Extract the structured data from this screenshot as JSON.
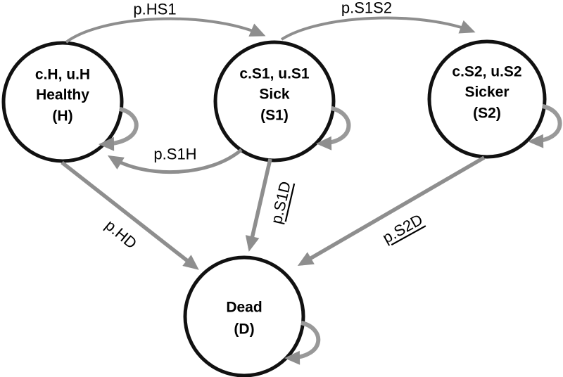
{
  "diagram": {
    "type": "markov-state-transition-diagram",
    "background_color": "#ffffff",
    "node_fill_color": "#ffffff",
    "node_stroke_color": "#111111",
    "arrow_color": "#8e8e8e",
    "self_loop_color": "#999999",
    "text_color": "#000000",
    "nodes": [
      {
        "id": "H",
        "lines": [
          "c.H, u.H",
          "Healthy",
          "(H)"
        ]
      },
      {
        "id": "S1",
        "lines": [
          "c.S1, u.S1",
          "Sick",
          "(S1)"
        ]
      },
      {
        "id": "S2",
        "lines": [
          "c.S2, u.S2",
          "Sicker",
          "(S2)"
        ]
      },
      {
        "id": "D",
        "lines": [
          "Dead",
          "(D)"
        ]
      }
    ],
    "edges": [
      {
        "from": "H",
        "to": "S1",
        "label": "p.HS1",
        "underlined": false,
        "self_loop": false
      },
      {
        "from": "S1",
        "to": "S2",
        "label": "p.S1S2",
        "underlined": false,
        "self_loop": false
      },
      {
        "from": "S1",
        "to": "H",
        "label": "p.S1H",
        "underlined": false,
        "self_loop": false
      },
      {
        "from": "H",
        "to": "D",
        "label": "p.HD",
        "underlined": false,
        "self_loop": false
      },
      {
        "from": "S1",
        "to": "D",
        "label": "p.S1D",
        "underlined": true,
        "self_loop": false
      },
      {
        "from": "S2",
        "to": "D",
        "label": "p.S2D",
        "underlined": true,
        "self_loop": false
      },
      {
        "from": "H",
        "to": "H",
        "label": "",
        "underlined": false,
        "self_loop": true
      },
      {
        "from": "S1",
        "to": "S1",
        "label": "",
        "underlined": false,
        "self_loop": true
      },
      {
        "from": "S2",
        "to": "S2",
        "label": "",
        "underlined": false,
        "self_loop": true
      },
      {
        "from": "D",
        "to": "D",
        "label": "",
        "underlined": false,
        "self_loop": true
      }
    ]
  }
}
